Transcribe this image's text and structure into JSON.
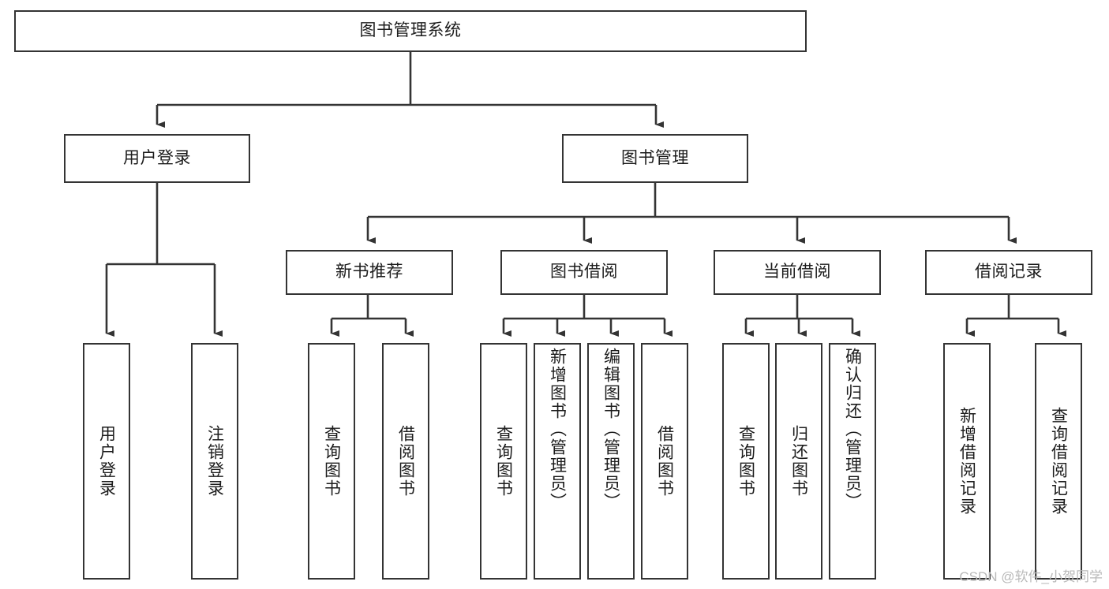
{
  "diagram": {
    "title": "图书管理系统",
    "type": "tree-hierarchy-chart",
    "watermark": "CSDN @软件_小贺同学",
    "colors": {
      "box_border": "#343434",
      "box_fill": "#ffffff",
      "edge": "#343434",
      "text": "#1c1c1c",
      "watermark": "#b9b9b9"
    },
    "nodes": {
      "root": {
        "label": "图书管理系统"
      },
      "level2": [
        {
          "id": "user-login",
          "label": "用户登录"
        },
        {
          "id": "book-management",
          "label": "图书管理"
        }
      ],
      "level3": [
        {
          "id": "new-book-recommend",
          "label": "新书推荐"
        },
        {
          "id": "book-borrow",
          "label": "图书借阅"
        },
        {
          "id": "current-borrow",
          "label": "当前借阅"
        },
        {
          "id": "borrow-record",
          "label": "借阅记录"
        }
      ],
      "leaves": {
        "user-login": [
          {
            "id": "leaf-user-login",
            "label": "用户登录"
          },
          {
            "id": "leaf-logout-login",
            "label": "注销登录"
          }
        ],
        "new-book-recommend": [
          {
            "id": "leaf-query-book-1",
            "label": "查询图书"
          },
          {
            "id": "leaf-borrow-book-1",
            "label": "借阅图书"
          }
        ],
        "book-borrow": [
          {
            "id": "leaf-query-book-2",
            "label": "查询图书"
          },
          {
            "id": "leaf-add-book",
            "label": "新增图书（管理员）"
          },
          {
            "id": "leaf-edit-book",
            "label": "编辑图书（管理员）"
          },
          {
            "id": "leaf-borrow-book-2",
            "label": "借阅图书"
          }
        ],
        "current-borrow": [
          {
            "id": "leaf-query-book-3",
            "label": "查询图书"
          },
          {
            "id": "leaf-return-book",
            "label": "归还图书"
          },
          {
            "id": "leaf-confirm-return",
            "label": "确认归还（管理员）"
          }
        ],
        "borrow-record": [
          {
            "id": "leaf-add-record",
            "label": "新增借阅记录"
          },
          {
            "id": "leaf-query-record",
            "label": "查询借阅记录"
          }
        ]
      }
    }
  }
}
